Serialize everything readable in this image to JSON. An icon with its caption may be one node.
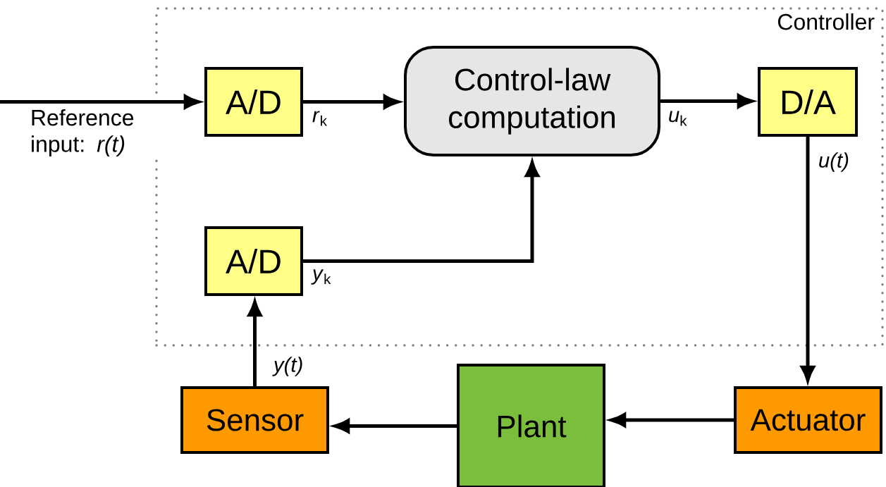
{
  "diagram": {
    "nodes": [
      {
        "text": [
          "Controller"
        ]
      },
      {
        "text": [
          "A/D"
        ],
        "in": 0
      },
      {
        "text": [
          "Control-law computation"
        ],
        "in": 0
      },
      {
        "text": [
          "D/A"
        ],
        "in": 0
      },
      {
        "text": [
          "A/D"
        ],
        "in": 0
      },
      {
        "text": [
          "Actuator"
        ]
      },
      {
        "text": [
          "Plant"
        ]
      },
      {
        "text": [
          "Sensor"
        ]
      }
    ],
    "edges": [
      {
        "from": null,
        "to": 1,
        "arrow": "to",
        "label": "Reference input: *r(t)*"
      },
      {
        "from": 1,
        "to": 2,
        "arrow": "to",
        "label": "*r*$_{k}$"
      },
      {
        "from": 2,
        "to": 3,
        "arrow": "to",
        "label": "*u*$_{k}$"
      },
      {
        "from": 3,
        "to": 5,
        "arrow": "to",
        "label": "*u(t)*"
      },
      {
        "from": 5,
        "to": 6,
        "arrow": "to"
      },
      {
        "from": 6,
        "to": 7,
        "arrow": "to"
      },
      {
        "from": 7,
        "to": 4,
        "arrow": "to",
        "label": "*y(t)*"
      },
      {
        "from": 4,
        "to": 2,
        "arrow": "to",
        "label": "*y*$_{k}$"
      }
    ]
  }
}
